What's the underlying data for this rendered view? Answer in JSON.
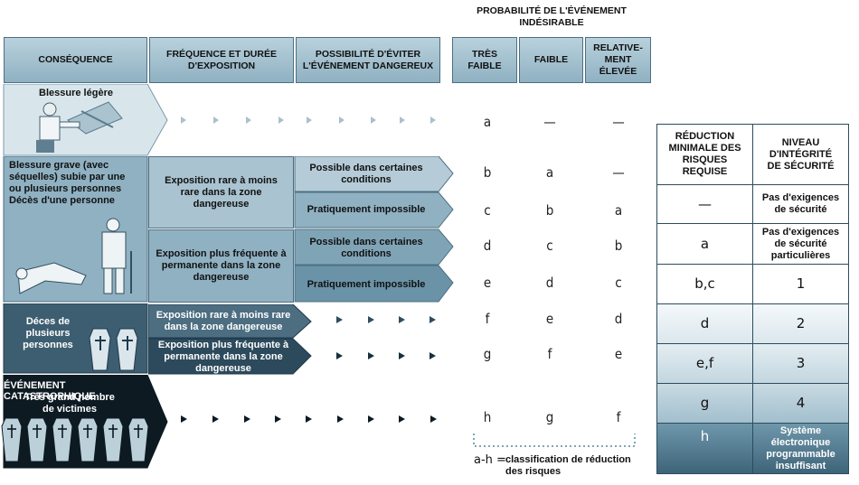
{
  "prob_header": "PROBABILITÉ DE L'ÉVÉNEMENT INDÉSIRABLE",
  "headers": {
    "consequence": "CONSÉQUENCE",
    "frequence": "FRÉQUENCE ET DURÉE D'EXPOSITION",
    "possibilite": "POSSIBILITÉ D'ÉVITER L'ÉVÉNEMENT DANGEREUX",
    "tres_faible": "TRÈS FAIBLE",
    "faible": "FAIBLE",
    "relativement": "RELATIVE-MENT ÉLEVÉE"
  },
  "consequences": {
    "legere": "Blessure légère",
    "grave": "Blessure grave (avec séquelles) subie par une ou plusieurs personnes Décès d'une personne",
    "deces": "Déces de plusieurs personnes",
    "catastrophe_title": "ÉVÉNEMENT CATASTROPHIQUE",
    "catastrophe_sub": "Très grand nombre de victimes"
  },
  "frequences": {
    "rare1": "Exposition rare à moins rare dans la zone dangereuse",
    "freq1": "Exposition plus fréquente à permanente dans la zone dangereuse",
    "rare2": "Exposition rare à moins rare dans la zone dangereuse",
    "freq2": "Exposition plus fréquente à permanente dans la zone dangereuse"
  },
  "possibilites": {
    "p1": "Possible dans certaines conditions",
    "p2": "Pratiquement impossible",
    "p3": "Possible dans certaines conditions",
    "p4": "Pratiquement impossible"
  },
  "matrix": [
    [
      "a",
      "—",
      "—"
    ],
    [
      "b",
      "a",
      "—"
    ],
    [
      "c",
      "b",
      "a"
    ],
    [
      "d",
      "c",
      "b"
    ],
    [
      "e",
      "d",
      "c"
    ],
    [
      "f",
      "e",
      "d"
    ],
    [
      "g",
      "f",
      "e"
    ],
    [
      "h",
      "g",
      "f"
    ]
  ],
  "legend": {
    "prefix": "a-h =",
    "text": "classification de réduction des risques"
  },
  "right_table": {
    "header_reduction": "RÉDUCTION MINIMALE DES RISQUES REQUISE",
    "header_niveau": "NIVEAU D'INTÉGRITÉ DE SÉCURITÉ",
    "rows": [
      {
        "reduction": "—",
        "niveau": "Pas d'exigences de sécurité"
      },
      {
        "reduction": "a",
        "niveau": "Pas d'exigences de sécurité particulières"
      },
      {
        "reduction": "b,c",
        "niveau": "1"
      },
      {
        "reduction": "d",
        "niveau": "2"
      },
      {
        "reduction": "e,f",
        "niveau": "3"
      },
      {
        "reduction": "g",
        "niveau": "4"
      },
      {
        "reduction": "h",
        "niveau": "Système électronique programmable insuffisant"
      }
    ]
  },
  "colors": {
    "light": "#d8e6ec",
    "mid": "#8fb1c2",
    "dark": "#1f3b4c",
    "black": "#0d1a22"
  }
}
